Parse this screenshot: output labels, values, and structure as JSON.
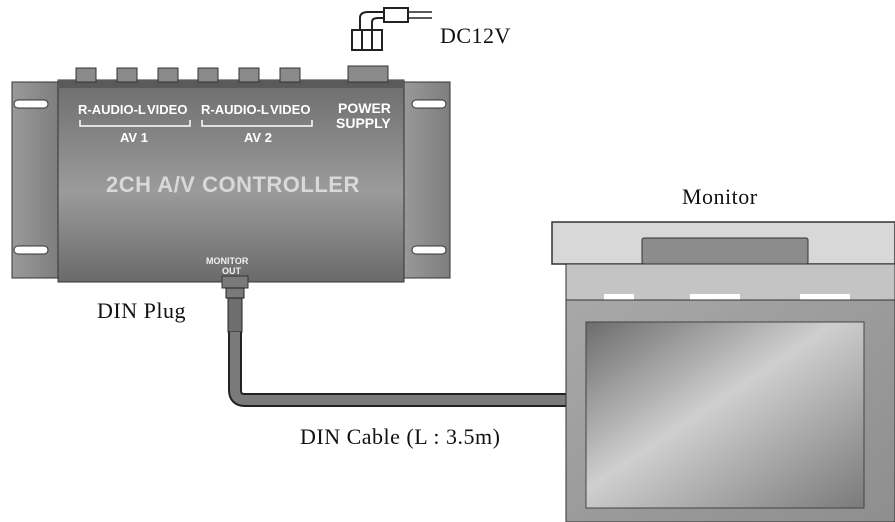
{
  "labels": {
    "dc12v": "DC12V",
    "monitor": "Monitor",
    "din_plug": "DIN Plug",
    "din_cable": "DIN Cable (L : 3.5m)"
  },
  "controller": {
    "title": "2CH A/V CONTROLLER",
    "av1_audio": "R-AUDIO-L",
    "av1_video": "VIDEO",
    "av1_label": "AV 1",
    "av2_audio": "R-AUDIO-L",
    "av2_video": "VIDEO",
    "av2_label": "AV 2",
    "power_line1": "POWER",
    "power_line2": "SUPPLY",
    "monitor_out_line1": "MONITOR",
    "monitor_out_line2": "OUT"
  }
}
